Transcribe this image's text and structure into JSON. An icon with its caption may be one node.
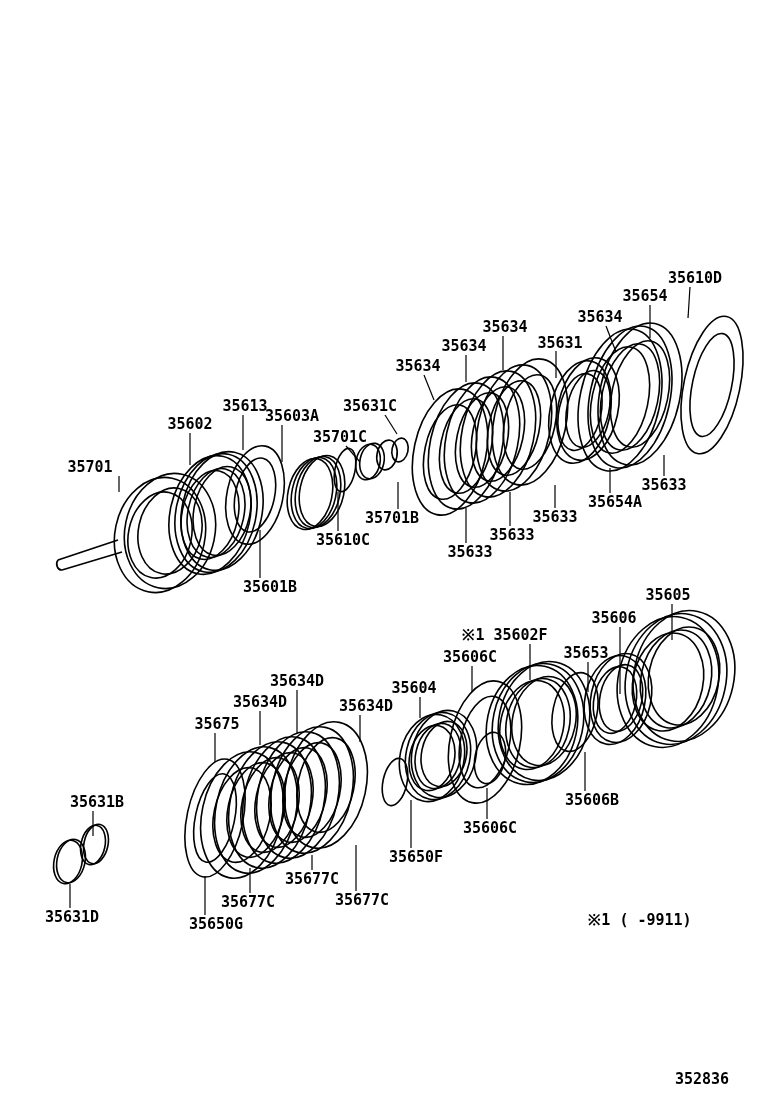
{
  "diagram": {
    "nodes": [
      {
        "text": [
          "35610D"
        ]
      },
      {
        "text": [
          "35654"
        ]
      },
      {
        "text": [
          "35634"
        ]
      },
      {
        "text": [
          "35634"
        ]
      },
      {
        "text": [
          "35631"
        ]
      },
      {
        "text": [
          "35634"
        ]
      },
      {
        "text": [
          "35634"
        ]
      },
      {
        "text": [
          "35613"
        ]
      },
      {
        "text": [
          "35603A"
        ]
      },
      {
        "text": [
          "35631C"
        ]
      },
      {
        "text": [
          "35602"
        ]
      },
      {
        "text": [
          "35701C"
        ]
      },
      {
        "text": [
          "35701"
        ]
      },
      {
        "text": [
          "35633"
        ]
      },
      {
        "text": [
          "35654A"
        ]
      },
      {
        "text": [
          "35701B"
        ]
      },
      {
        "text": [
          "35633"
        ]
      },
      {
        "text": [
          "35633"
        ]
      },
      {
        "text": [
          "35610C"
        ]
      },
      {
        "text": [
          "35633"
        ]
      },
      {
        "text": [
          "35601B"
        ]
      },
      {
        "text": [
          "35605"
        ]
      },
      {
        "text": [
          "35606"
        ]
      },
      {
        "text": [
          "※1 35602F"
        ]
      },
      {
        "text": [
          "35606C"
        ]
      },
      {
        "text": [
          "35653"
        ]
      },
      {
        "text": [
          "35634D"
        ]
      },
      {
        "text": [
          "35634D"
        ]
      },
      {
        "text": [
          "35604"
        ]
      },
      {
        "text": [
          "35634D"
        ]
      },
      {
        "text": [
          "35675"
        ]
      },
      {
        "text": [
          "35631B"
        ]
      },
      {
        "text": [
          "35606B"
        ]
      },
      {
        "text": [
          "35606C"
        ]
      },
      {
        "text": [
          "35650F"
        ]
      },
      {
        "text": [
          "35677C"
        ]
      },
      {
        "text": [
          "35631D"
        ]
      },
      {
        "text": [
          "35677C"
        ]
      },
      {
        "text": [
          "35677C"
        ]
      },
      {
        "text": [
          "35650G"
        ]
      }
    ],
    "edges": [
      {
        "from": 0,
        "to": null,
        "arrow": "none"
      },
      {
        "from": 1,
        "to": null,
        "arrow": "none"
      },
      {
        "from": 2,
        "to": null,
        "arrow": "none"
      },
      {
        "from": 3,
        "to": null,
        "arrow": "none"
      },
      {
        "from": 4,
        "to": null,
        "arrow": "none"
      },
      {
        "from": 5,
        "to": null,
        "arrow": "none"
      },
      {
        "from": 6,
        "to": null,
        "arrow": "none"
      },
      {
        "from": 7,
        "to": null,
        "arrow": "none"
      },
      {
        "from": 8,
        "to": null,
        "arrow": "none"
      },
      {
        "from": 9,
        "to": null,
        "arrow": "none"
      },
      {
        "from": 10,
        "to": null,
        "arrow": "none"
      },
      {
        "from": 11,
        "to": null,
        "arrow": "none"
      },
      {
        "from": 12,
        "to": null,
        "arrow": "none"
      },
      {
        "from": 13,
        "to": null,
        "arrow": "none"
      },
      {
        "from": 14,
        "to": null,
        "arrow": "none"
      },
      {
        "from": 15,
        "to": null,
        "arrow": "none"
      },
      {
        "from": 16,
        "to": null,
        "arrow": "none"
      },
      {
        "from": 17,
        "to": null,
        "arrow": "none"
      },
      {
        "from": 18,
        "to": null,
        "arrow": "none"
      },
      {
        "from": 19,
        "to": null,
        "arrow": "none"
      },
      {
        "from": 20,
        "to": null,
        "arrow": "none"
      },
      {
        "from": 21,
        "to": null,
        "arrow": "none"
      },
      {
        "from": 22,
        "to": null,
        "arrow": "none"
      },
      {
        "from": 23,
        "to": null,
        "arrow": "none"
      },
      {
        "from": 24,
        "to": null,
        "arrow": "none"
      },
      {
        "from": 25,
        "to": null,
        "arrow": "none"
      },
      {
        "from": 26,
        "to": null,
        "arrow": "none"
      },
      {
        "from": 27,
        "to": null,
        "arrow": "none"
      },
      {
        "from": 28,
        "to": null,
        "arrow": "none"
      },
      {
        "from": 29,
        "to": null,
        "arrow": "none"
      },
      {
        "from": 30,
        "to": null,
        "arrow": "none"
      },
      {
        "from": 31,
        "to": null,
        "arrow": "none"
      },
      {
        "from": 32,
        "to": null,
        "arrow": "none"
      },
      {
        "from": 33,
        "to": null,
        "arrow": "none"
      },
      {
        "from": 34,
        "to": null,
        "arrow": "none"
      },
      {
        "from": 35,
        "to": null,
        "arrow": "none"
      },
      {
        "from": 36,
        "to": null,
        "arrow": "none"
      },
      {
        "from": 37,
        "to": null,
        "arrow": "none"
      },
      {
        "from": 38,
        "to": null,
        "arrow": "none"
      },
      {
        "from": 39,
        "to": null,
        "arrow": "none"
      }
    ],
    "labels": [
      "※1 ( -9911)",
      "352836"
    ]
  }
}
